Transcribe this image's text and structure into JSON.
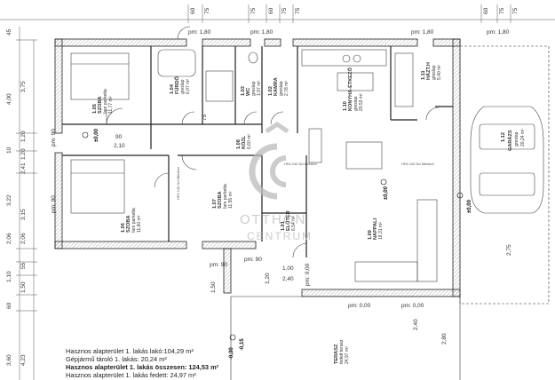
{
  "top_dims": [
    "60",
    "75",
    "75",
    "60",
    "75",
    "75",
    "60",
    "75",
    "75"
  ],
  "left_dims": [
    "45",
    "3,75",
    "4,00",
    "10",
    "1,20",
    "1,20",
    "2,41",
    "3,22",
    "3,15",
    "2,06",
    "2,06",
    "55",
    "1,10",
    "1,50",
    "4,23",
    "60",
    "3,60"
  ],
  "rooms": [
    {
      "id": "szoba1",
      "num": "1.05",
      "name": "SZOBA",
      "floor": "fam parketta",
      "area": "11,77 m²"
    },
    {
      "id": "furdo",
      "num": "1.04",
      "name": "FÜRDŐ",
      "floor": "greslap",
      "area": "6,07 m²"
    },
    {
      "id": "wc",
      "num": "1.03",
      "name": "WC",
      "floor": "greslap",
      "area": "1,97 m²"
    },
    {
      "id": "kamra",
      "num": "1.02",
      "name": "KAMRA",
      "floor": "greslap",
      "area": "2,78 m²"
    },
    {
      "id": "konyha",
      "num": "1.10",
      "name": "KONYHA-ÉTKEZŐ",
      "floor": "greslap",
      "area": "20,53 m²"
    },
    {
      "id": "haztar",
      "num": "1.11",
      "name": "HÁZT.H",
      "floor": "greslap",
      "area": "5,40 m²"
    },
    {
      "id": "garazs",
      "num": "1.12",
      "name": "GARÁZS",
      "floor": "greslap",
      "area": "20,24 m²"
    },
    {
      "id": "kozl",
      "num": "1.08",
      "name": "KÖZL",
      "floor": "",
      "area": "6,60 m²"
    },
    {
      "id": "szoba2",
      "num": "1.06",
      "name": "SZOBA",
      "floor": "fam parketta",
      "area": "11,60 m²"
    },
    {
      "id": "szoba3",
      "num": "1.07",
      "name": "SZOBA",
      "floor": "fam parketta",
      "area": "11,55 m²"
    },
    {
      "id": "eloter",
      "num": "1.01",
      "name": "ELŐTÉR",
      "floor": "",
      "area": "6,54 m²"
    },
    {
      "id": "nappali",
      "num": "1.09",
      "name": "NAPPALI",
      "floor": "",
      "area": "18,31 m²"
    },
    {
      "id": "terasz",
      "num": "",
      "name": "TERASZ",
      "floor": "fedett terasz",
      "area": "24,97 m²"
    }
  ],
  "labels": {
    "pm180_a": "pm: 1,80",
    "pm180_b": "pm: 1,80",
    "pm180_c": "pm: 1,80",
    "pm180_d": "pm: 1,80",
    "pm90_a": "pm: 90",
    "pm90_b": "pm: 90",
    "pm90_c": "pm: 90",
    "pm90_d": "pm: 90",
    "pm000_a": "pm: 0,00",
    "pm000_b": "pm: 0,00",
    "pm000_c": "pm: 0,00",
    "lvl_a": "±0,00",
    "lvl_b": "±0,00",
    "lvl_c": "±0,00",
    "lvl_ter": "-0,15",
    "lvl_out": "-0,30",
    "d90": "90",
    "d210": "2,10",
    "d75": "75",
    "d120": "1,20",
    "d240": "2,40",
    "d100": "1,00",
    "d150": "1,50",
    "d275": "2,75",
    "d280": "2,80",
    "d240b": "2,40",
    "hfa1": "HFA 240 Nd fűtéskör",
    "hfa2": "HFA 240 Nd fűtéskör",
    "hfa3": "HFA 240 Nd fűtéskör"
  },
  "watermark": {
    "line1": "OTTHON",
    "line2": "CENTRUM",
    "logo": "OC"
  },
  "summary": {
    "line1": "Hasznos alapterület 1. lakás lakó:104,29 m²",
    "line2": "Gépjármű tároló 1. lakás: 20,24 m²",
    "line3": "Hasznos alapterület 1. lakás összesen: 124,53 m²",
    "line4": "Hasznos alapterület 1. lakás fedett: 24,97 m²"
  }
}
